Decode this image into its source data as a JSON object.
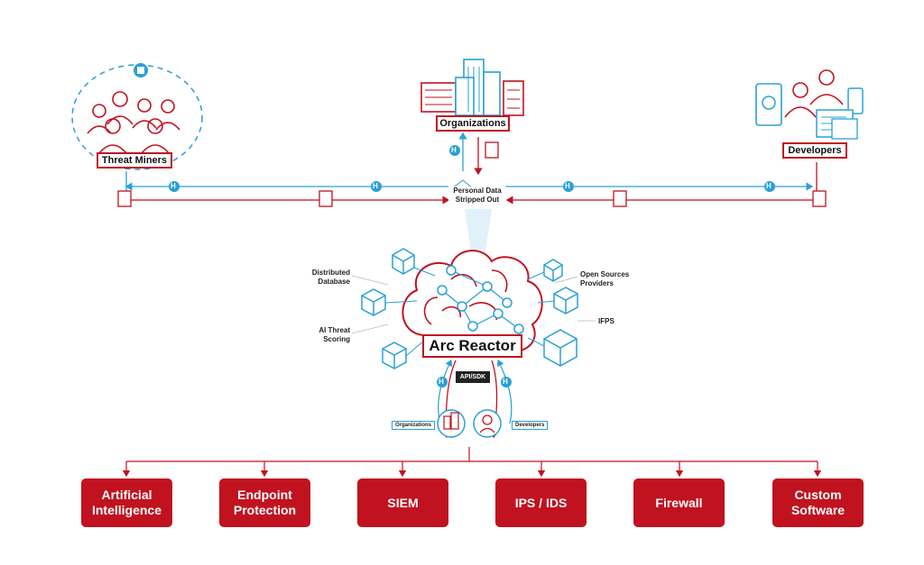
{
  "nodes": {
    "threat_miners": "Threat Miners",
    "organizations": "Organizations",
    "developers": "Developers",
    "center": "Arc Reactor"
  },
  "privacy_note": "Personal Data\nStripped Out",
  "api_label": "API/SDK",
  "bottom_small": {
    "organizations": "Organizations",
    "developers": "Developers"
  },
  "left_labels": {
    "distributed": "Distributed\nDatabase",
    "ai": "AI Threat\nScoring"
  },
  "right_labels": {
    "open_sources": "Open Sources\nProviders",
    "ifps": "IFPS"
  },
  "hash_badge": "H",
  "outputs": [
    "Artificial\nIntelligence",
    "Endpoint\nProtection",
    "SIEM",
    "IPS / IDS",
    "Firewall",
    "Custom\nSoftware"
  ],
  "colors": {
    "red": "#c1121f",
    "blue": "#2aa0d6",
    "dark": "#222222"
  }
}
